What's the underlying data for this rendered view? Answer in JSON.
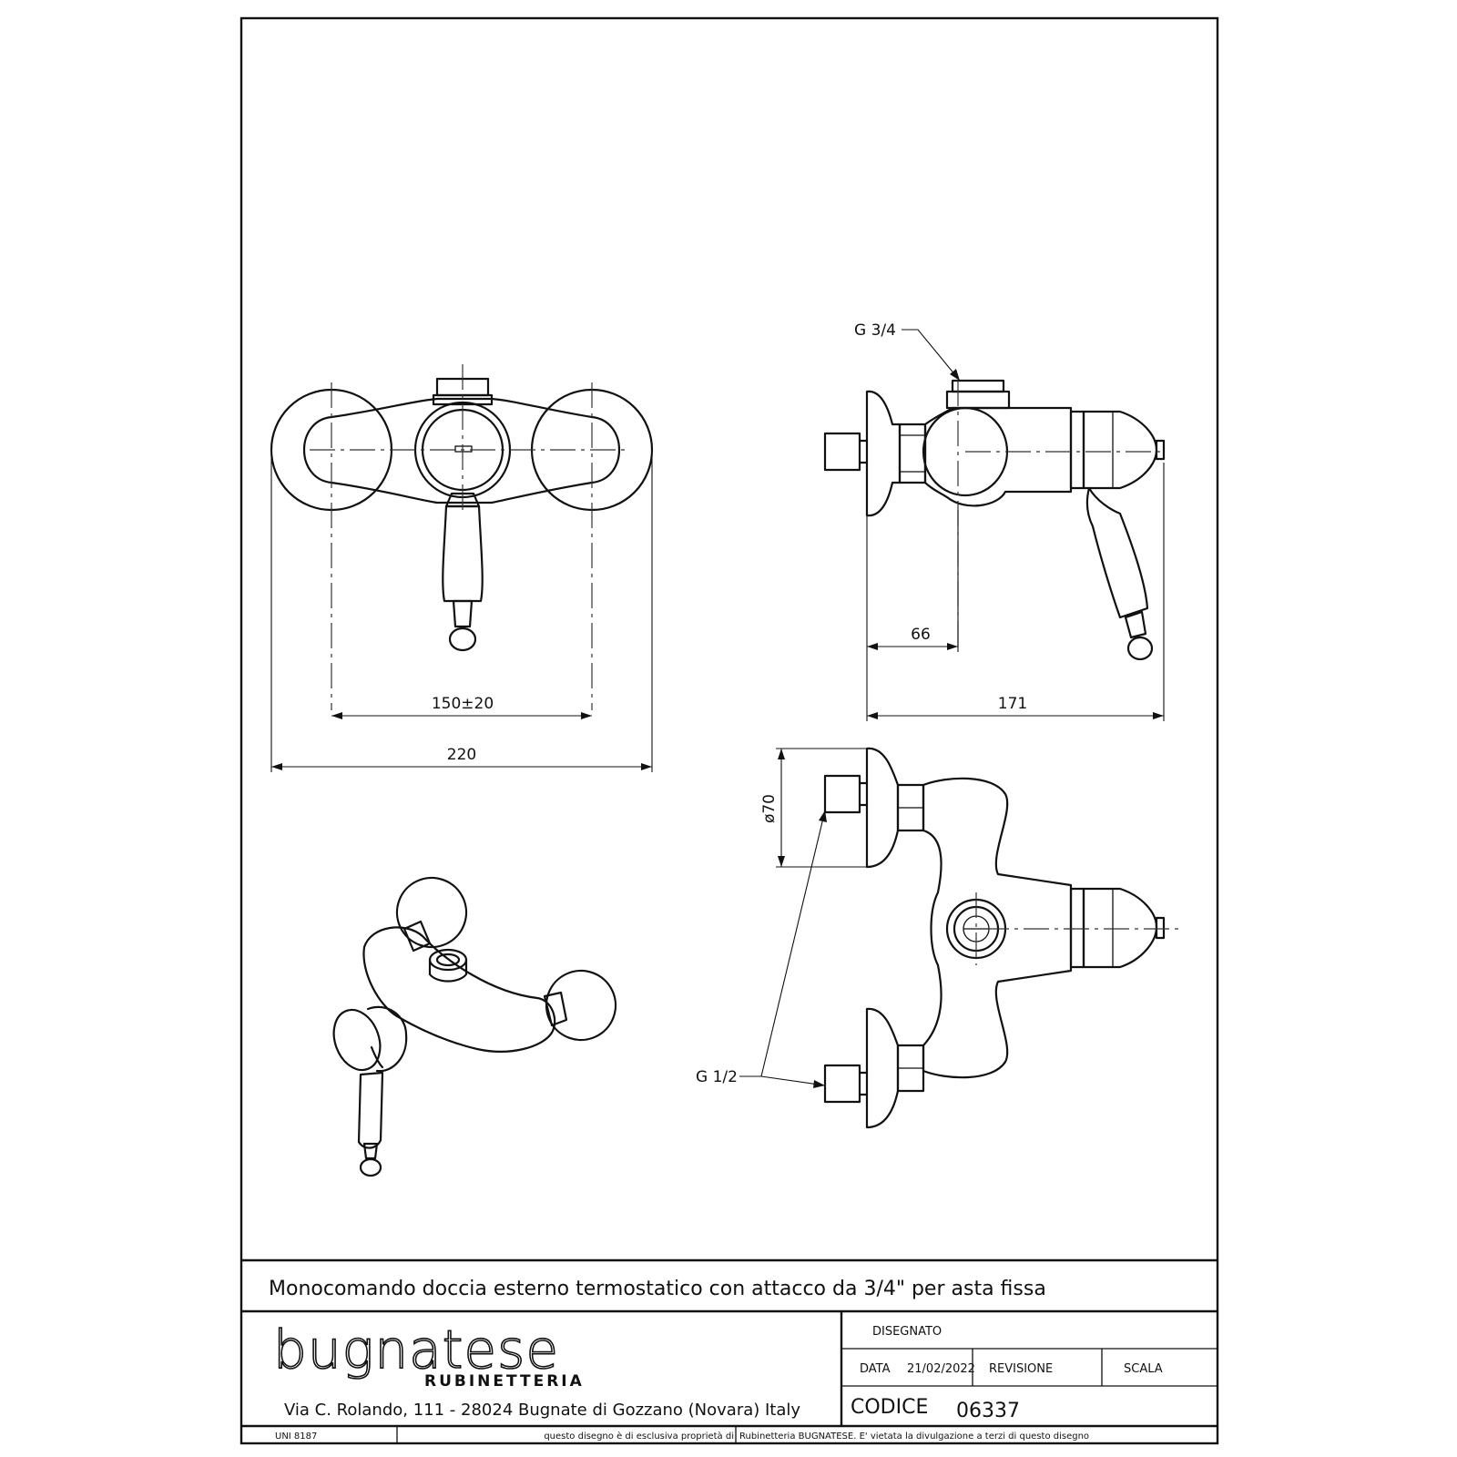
{
  "dimensions": {
    "front_inner": "150±20",
    "front_outer": "220",
    "side_66": "66",
    "side_171": "171",
    "diameter_70": "ø70"
  },
  "callouts": {
    "outlet_thread": "G 3/4",
    "inlet_thread": "G 1/2"
  },
  "title_block": {
    "product_title": "Monocomando doccia esterno termostatico con attacco da 3/4\" per asta fissa",
    "logo_word": "bugnatese",
    "logo_sub": "RUBINETTERIA",
    "address": "Via C. Rolando, 111 - 28024 Bugnate di Gozzano (Novara) Italy",
    "disegnato_label": "DISEGNATO",
    "data_label": "DATA",
    "data_value": "21/02/2022",
    "revisione_label": "REVISIONE",
    "scala_label": "SCALA",
    "codice_label": "CODICE",
    "codice_value": "06337",
    "norm": "UNI 8187",
    "disclaimer_a": "questo disegno è di esclusiva proprietà di",
    "disclaimer_b": "Rubinetteria BUGNATESE. E' vietata la divulgazione a terzi di questo disegno"
  }
}
